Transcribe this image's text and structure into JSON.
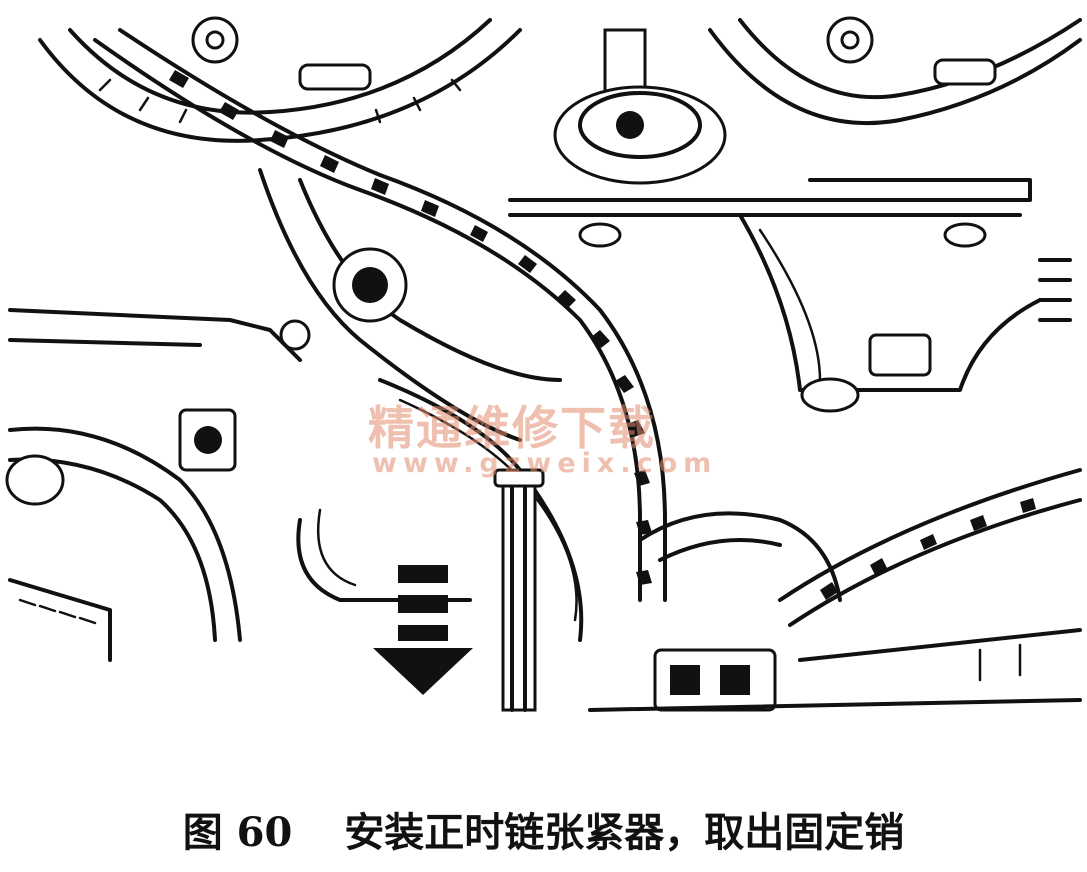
{
  "figure": {
    "watermark_text": "精通维修下载",
    "watermark_url": "www.gzweix.com"
  },
  "caption": {
    "number": "图 60",
    "text": "安装正时链张紧器，取出固定销"
  }
}
